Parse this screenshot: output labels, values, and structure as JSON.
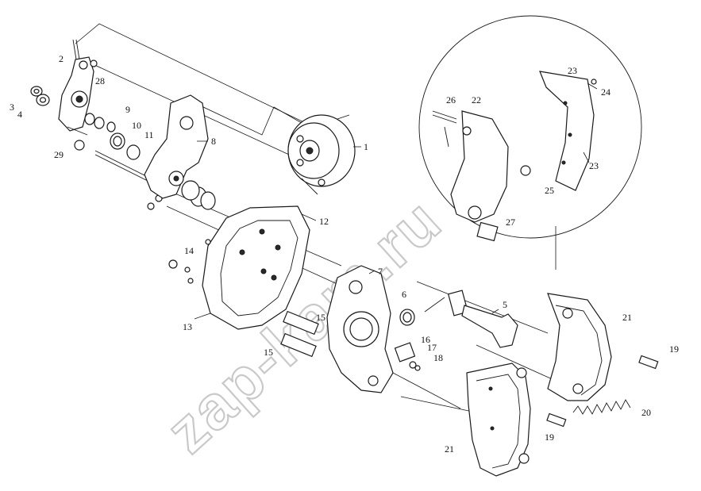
{
  "watermark": "zap-kam.ru",
  "callouts": [
    {
      "id": "c1",
      "label": "1"
    },
    {
      "id": "c2",
      "label": "2"
    },
    {
      "id": "c3",
      "label": "3"
    },
    {
      "id": "c4",
      "label": "4"
    },
    {
      "id": "c5",
      "label": "5"
    },
    {
      "id": "c6",
      "label": "6"
    },
    {
      "id": "c7",
      "label": "7"
    },
    {
      "id": "c8",
      "label": "8"
    },
    {
      "id": "c9",
      "label": "9"
    },
    {
      "id": "c10",
      "label": "10"
    },
    {
      "id": "c11",
      "label": "11"
    },
    {
      "id": "c12",
      "label": "12"
    },
    {
      "id": "c13",
      "label": "13"
    },
    {
      "id": "c14",
      "label": "14"
    },
    {
      "id": "c15a",
      "label": "15"
    },
    {
      "id": "c15b",
      "label": "15"
    },
    {
      "id": "c16",
      "label": "16"
    },
    {
      "id": "c17",
      "label": "17"
    },
    {
      "id": "c18",
      "label": "18"
    },
    {
      "id": "c19a",
      "label": "19"
    },
    {
      "id": "c19b",
      "label": "19"
    },
    {
      "id": "c20",
      "label": "20"
    },
    {
      "id": "c21a",
      "label": "21"
    },
    {
      "id": "c21b",
      "label": "21"
    },
    {
      "id": "c22",
      "label": "22"
    },
    {
      "id": "c23a",
      "label": "23"
    },
    {
      "id": "c23b",
      "label": "23"
    },
    {
      "id": "c24",
      "label": "24"
    },
    {
      "id": "c25",
      "label": "25"
    },
    {
      "id": "c26",
      "label": "26"
    },
    {
      "id": "c27",
      "label": "27"
    },
    {
      "id": "c28",
      "label": "28"
    },
    {
      "id": "c29",
      "label": "29"
    }
  ]
}
